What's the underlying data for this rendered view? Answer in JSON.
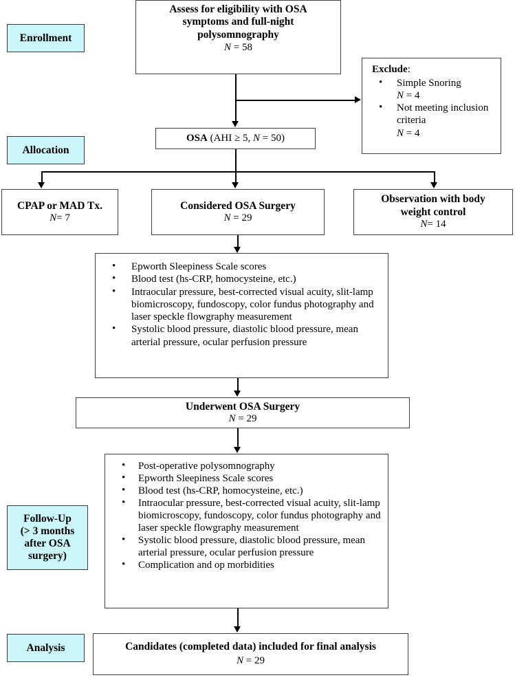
{
  "stages": [
    {
      "id": "enrollment",
      "label": "Enrollment"
    },
    {
      "id": "allocation",
      "label": "Allocation"
    },
    {
      "id": "followup",
      "label": "Follow-Up\n(> 3 months\nafter OSA\nsurgery)"
    },
    {
      "id": "analysis",
      "label": "Analysis"
    }
  ],
  "nodes": {
    "assess": {
      "title": "Assess for eligibility with OSA symptoms and full-night polysomnography",
      "n": "N = 58",
      "n_prefix": "N",
      "n_suffix": " = 58"
    },
    "exclude": {
      "title": "Exclude",
      "title_suffix": ":",
      "items": [
        {
          "text": "Simple Snoring",
          "n_prefix": "N",
          "n_suffix": " = 4"
        },
        {
          "text": "Not meeting inclusion criteria",
          "n_prefix": "N",
          "n_suffix": " = 4"
        }
      ]
    },
    "osa": {
      "bold_part": "OSA",
      "rest": " (AHI ≥ 5, ",
      "n_prefix": "N",
      "n_suffix": " = 50)"
    },
    "cpap": {
      "title": "CPAP or MAD Tx.",
      "n_prefix": "N",
      "n_suffix": "= 7"
    },
    "considered_surgery": {
      "title": "Considered OSA Surgery",
      "n_prefix": "N",
      "n_suffix": " = 29"
    },
    "observation": {
      "title": "Observation with body weight control",
      "n_prefix": "N",
      "n_suffix": "= 14"
    },
    "baseline_measures": {
      "items": [
        "Epworth Sleepiness Scale scores",
        "Blood test (hs-CRP, homocysteine, etc.)",
        "Intraocular pressure, best-corrected visual acuity, slit-lamp biomicroscopy, fundoscopy, color fundus photography and laser speckle flowgraphy measurement",
        "Systolic blood pressure, diastolic blood pressure, mean arterial pressure, ocular perfusion pressure"
      ]
    },
    "underwent_surgery": {
      "title": "Underwent OSA Surgery",
      "n_prefix": "N",
      "n_suffix": " = 29"
    },
    "followup_measures": {
      "items": [
        "Post-operative polysomnography",
        "Epworth Sleepiness Scale scores",
        "Blood test (hs-CRP, homocysteine, etc.)",
        "Intraocular pressure, best-corrected visual acuity, slit-lamp biomicroscopy, fundoscopy, color fundus photography and laser speckle flowgraphy measurement",
        "Systolic blood pressure, diastolic blood pressure, mean arterial pressure, ocular perfusion pressure",
        "Complication and op morbidities"
      ]
    },
    "final": {
      "title": "Candidates (completed data) included for final analysis",
      "n_prefix": "N",
      "n_suffix": " = 29"
    }
  },
  "colors": {
    "stage_fill": "#cbf7fa",
    "box_border": "#404040",
    "connector": "#000000",
    "background": "#ffffff"
  }
}
